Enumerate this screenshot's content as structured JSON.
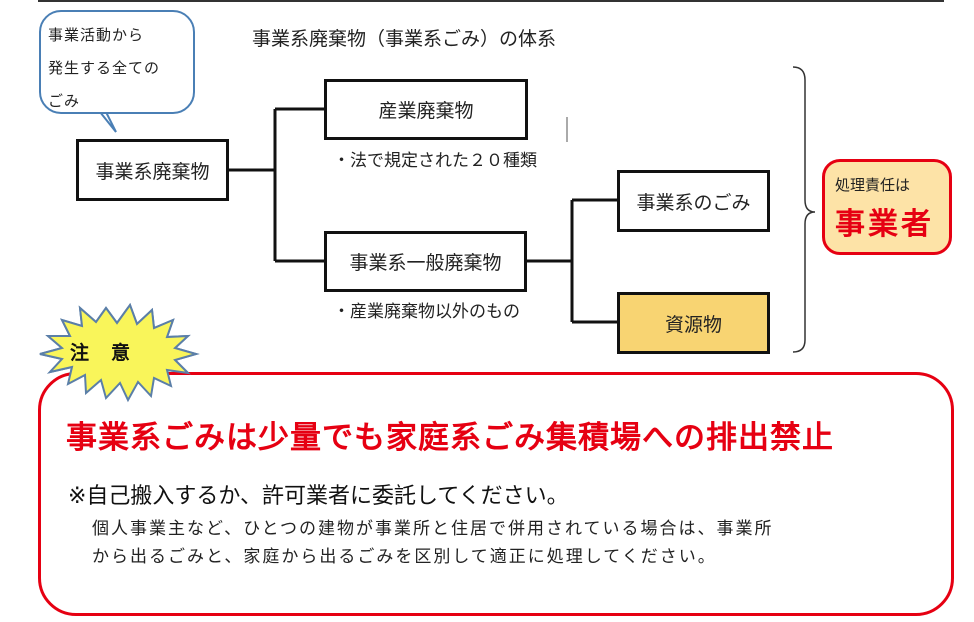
{
  "diagram": {
    "title": "事業系廃棄物（事業系ごみ）の体系",
    "speech_bubble": {
      "lines": [
        "事業活動から",
        "発生する全ての",
        "ごみ"
      ]
    },
    "nodes": {
      "root": "事業系廃棄物",
      "industrial": "産業廃棄物",
      "industrial_note": "・法で規定された２０種類",
      "general": "事業系一般廃棄物",
      "general_note": "・産業廃棄物以外のもの",
      "business_waste": "事業系のごみ",
      "resources": "資源物"
    },
    "responsibility": {
      "label": "処理責任は",
      "party": "事業者"
    },
    "colors": {
      "accent_red": "#e60012",
      "resource_fill": "#f8d472",
      "responsibility_fill": "#fde3a7",
      "burst_fill": "#f9f55a",
      "bubble_border": "#4a7fb5"
    }
  },
  "warning": {
    "burst_label": "注意",
    "headline": "事業系ごみは少量でも家庭系ごみ集積場への排出禁止",
    "subhead": "※自己搬入するか、許可業者に委託してください。",
    "body_lines": [
      "個人事業主など、ひとつの建物が事業所と住居で併用されている場合は、事業所",
      "から出るごみと、家庭から出るごみを区別して適正に処理してください。"
    ]
  }
}
